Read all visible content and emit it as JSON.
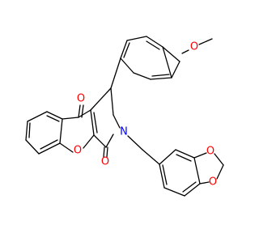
{
  "colors": {
    "bond": "#000000",
    "oxygen": "#ff0000",
    "nitrogen": "#0000ff",
    "background": "#ffffff"
  },
  "atom_labels": {
    "o_methoxy": "O",
    "o_ketone": "O",
    "o_ring": "O",
    "o_lactam": "O",
    "n_lactam": "N",
    "o_dioxole_upper": "O",
    "o_dioxole_lower": "O"
  }
}
